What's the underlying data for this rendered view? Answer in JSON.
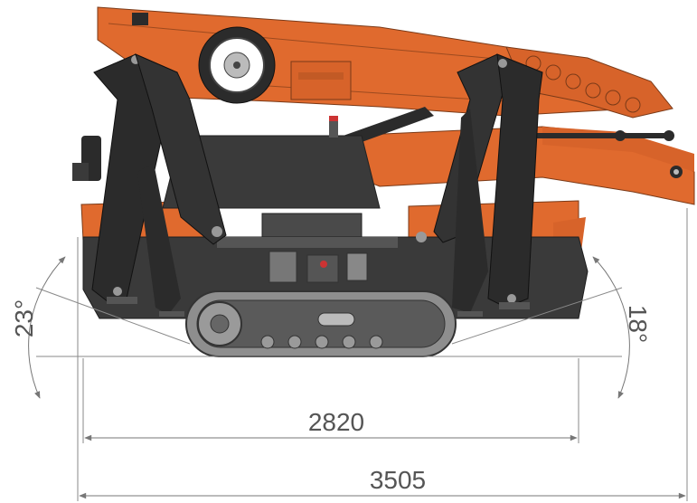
{
  "drawing": {
    "subject": "spider-crane-side-view",
    "colors": {
      "machine_orange": "#E06A2E",
      "machine_orange_dark": "#B8531F",
      "outrigger_black": "#2B2B2B",
      "chassis_dark": "#3A3A3A",
      "track_gray": "#8E8E8E",
      "dimension_gray": "#777777"
    }
  },
  "dimensions": {
    "inner_width": "2820",
    "outer_width": "3505",
    "left_angle": "23°",
    "right_angle": "18°"
  }
}
